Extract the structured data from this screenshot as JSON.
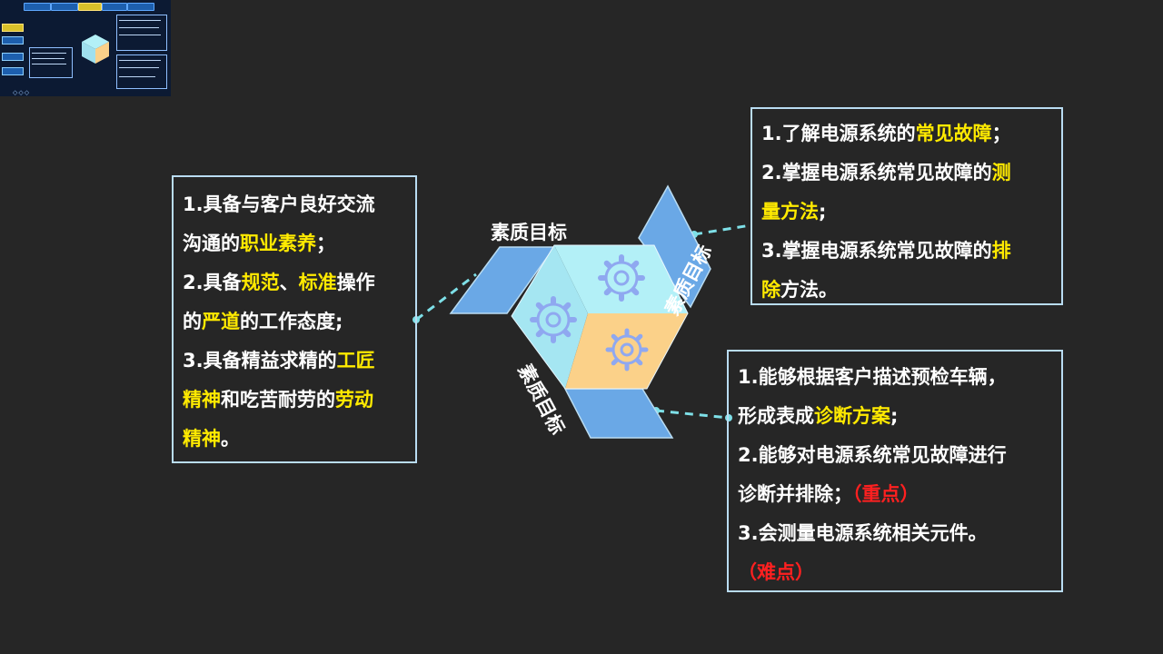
{
  "left_card": {
    "line1": "1.具备与客户良好交流",
    "line2_a": "沟通的",
    "line2_hl": "职业素养",
    "line2_b": "；",
    "line3_a": "2.具备",
    "line3_hl1": "规范",
    "line3_b": "、",
    "line3_hl2": "标准",
    "line3_c": "操作",
    "line4_a": "的",
    "line4_hl": "严道",
    "line4_b": "的工作态度;",
    "line5_a": "3.具备精益求精的",
    "line5_hl": "工匠",
    "line6_hl1": "精神",
    "line6_a": "和吃苦耐劳的",
    "line6_hl2": "劳动",
    "line7_hl": "精神",
    "line7_a": "。"
  },
  "top_right_card": {
    "line1_a": "1.了解电源系统的",
    "line1_hl": "常见故障",
    "line1_b": "；",
    "line2_a": "2.掌握电源系统常见故障的",
    "line2_hl": "测",
    "line3_hl": "量方法",
    "line3_a": ";",
    "line4_a": "3.掌握电源系统常见故障的",
    "line4_hl": "排",
    "line5_hl": "除",
    "line5_a": "方法。"
  },
  "bottom_right_card": {
    "line1": "1.能够根据客户描述预检车辆，",
    "line2_a": "形成表成",
    "line2_hl": "诊断方案",
    "line2_b": ";",
    "line3": "2.能够对电源系统常见故障进行",
    "line4_a": "诊断并排除；",
    "line4_red": "（重点）",
    "line5": "3.会测量电源系统相关元件。",
    "line6_red": "（难点）"
  },
  "cube_labels": {
    "top": "素质目标",
    "right": "素质目标",
    "bottom": "素质目标"
  },
  "colors": {
    "background": "#262626",
    "highlight": "#ffea00",
    "emphasis": "#ff2020",
    "card_border": "#b9dcf2",
    "connector": "#7ee0e8",
    "panel_blue": "#6aa8e6",
    "cube_cyan": "#b3f0f7",
    "cube_orange": "#fbd189"
  },
  "icons": [
    "gear-icon",
    "gear-icon",
    "gear-icon"
  ]
}
